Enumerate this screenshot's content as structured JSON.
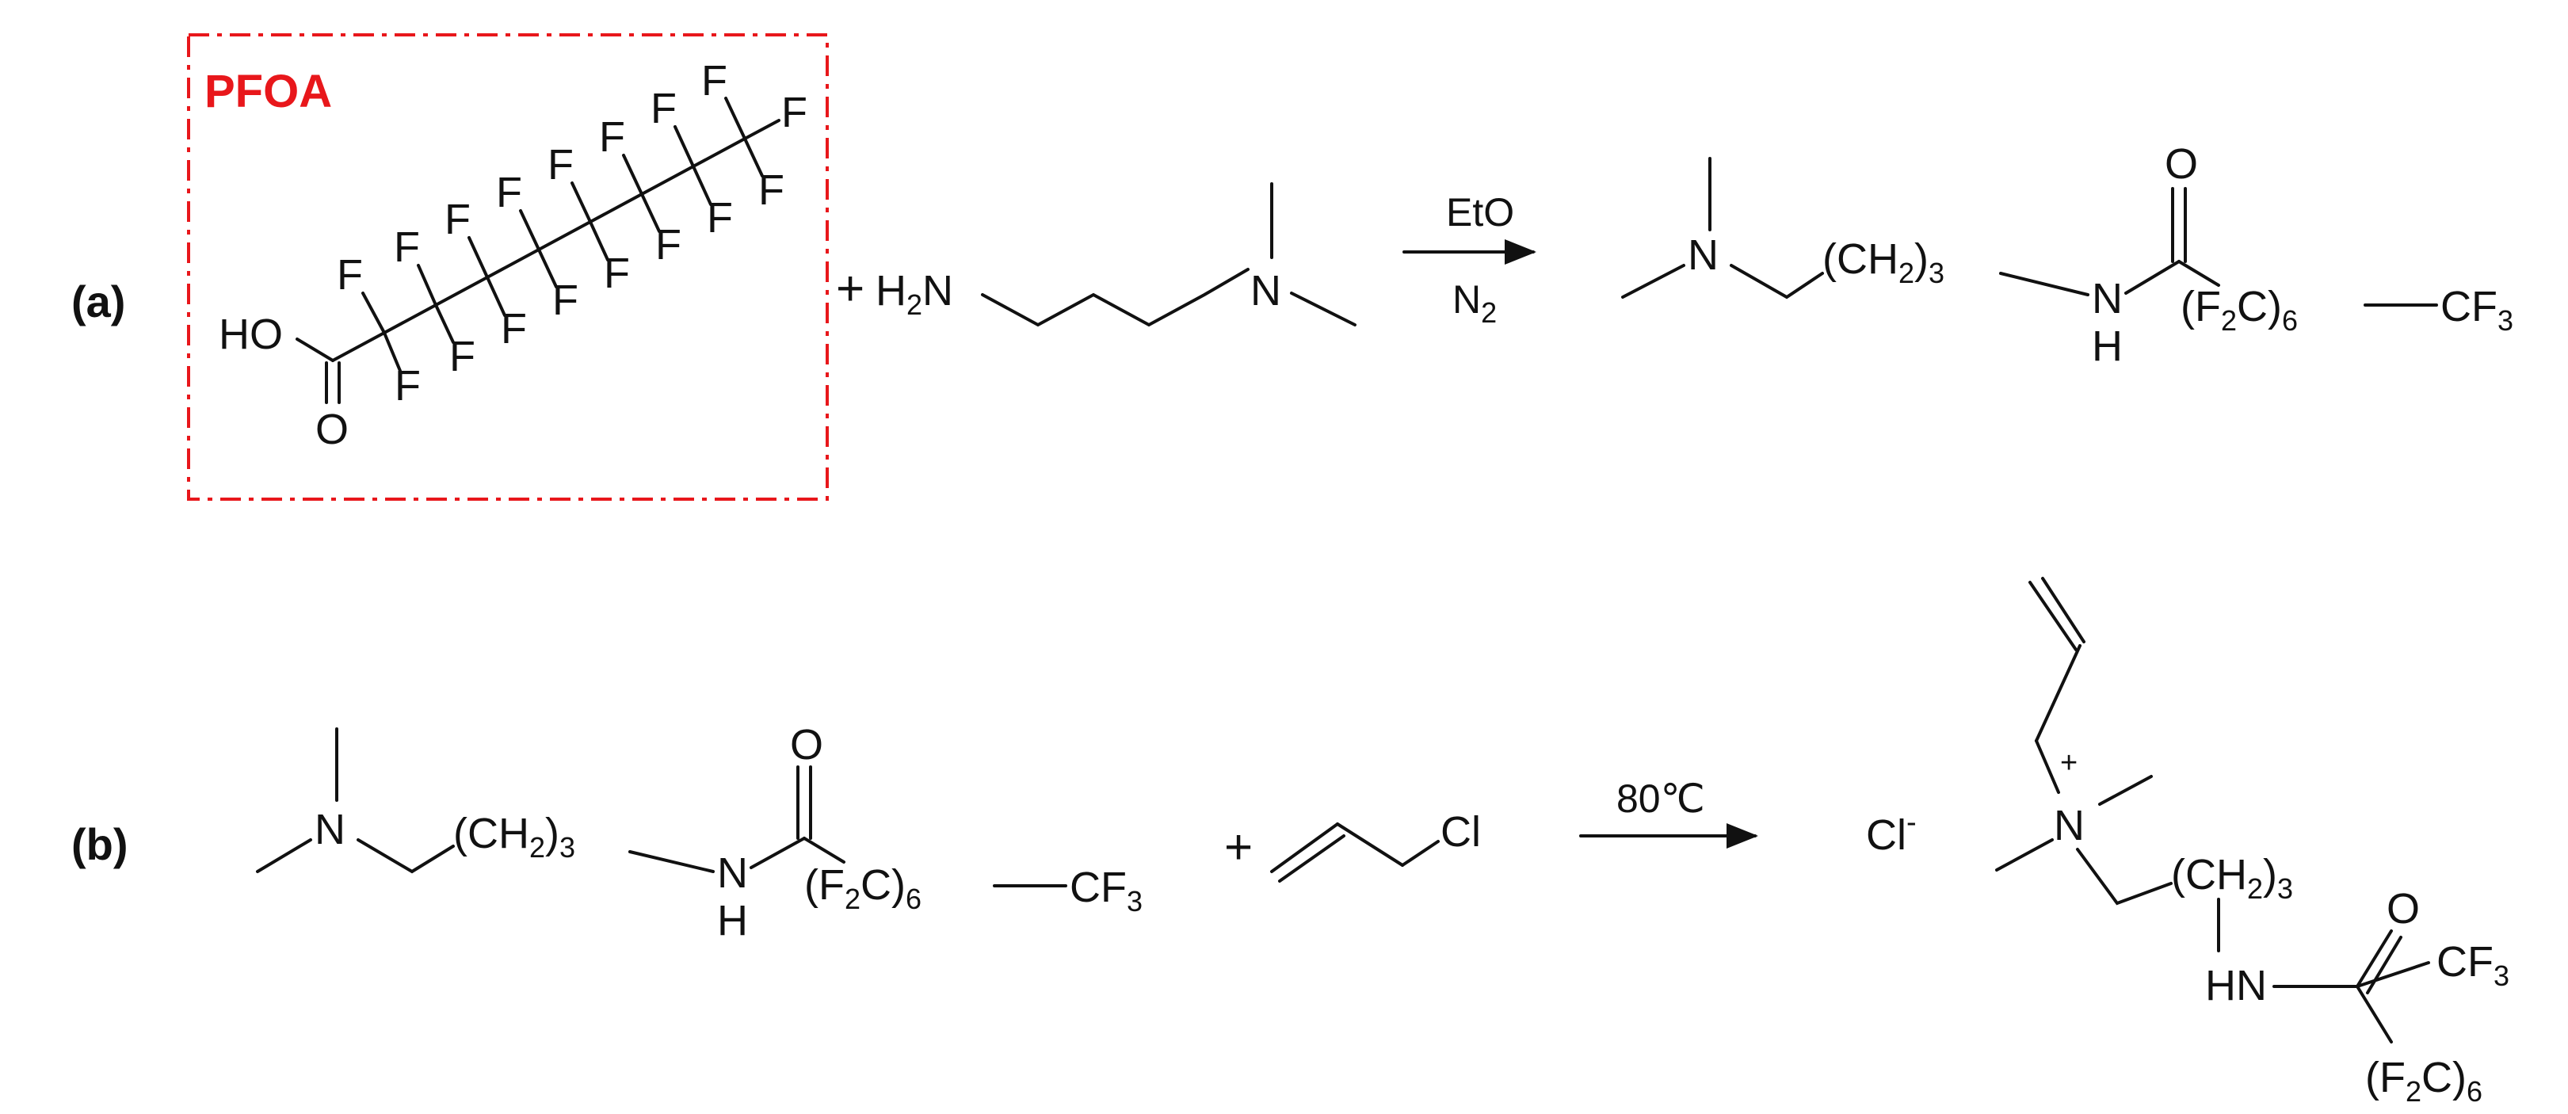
{
  "colors": {
    "ink": "#111111",
    "pfoa_highlight": "#e8171b"
  },
  "panel_a": {
    "label": "(a)",
    "pfoa": {
      "box_title": "PFOA",
      "acid_group": "HO",
      "carbonyl_oxygen": "O",
      "fluorine": "F"
    },
    "plus": "+",
    "amine": {
      "h2n": {
        "h": "H",
        "sub": "2",
        "n": "N"
      },
      "tertiary_n": "N"
    },
    "arrow": {
      "conditions_above": "EtO",
      "conditions_below": {
        "base": "N",
        "sub": "2"
      }
    },
    "product": {
      "amine_n": "N",
      "chain": {
        "open": "(CH",
        "sub": "2",
        "close": ")",
        "count": "3"
      },
      "amide_n": "N",
      "amide_h": "H",
      "carbonyl_o": "O",
      "perfluoro": {
        "open": "(F",
        "sub": "2",
        "close": "C)",
        "count": "6"
      },
      "terminal": {
        "base": "CF",
        "sub": "3"
      }
    }
  },
  "panel_b": {
    "label": "(b)",
    "reactant": {
      "amine_n": "N",
      "chain": {
        "open": "(CH",
        "sub": "2",
        "close": ")",
        "count": "3"
      },
      "amide_n": "N",
      "amide_h": "H",
      "carbonyl_o": "O",
      "perfluoro": {
        "open": "(F",
        "sub": "2",
        "close": "C)",
        "count": "6"
      },
      "terminal": {
        "base": "CF",
        "sub": "3"
      }
    },
    "plus": "+",
    "allyl_chloride": {
      "cl": "Cl"
    },
    "arrow": {
      "conditions_above": "80℃"
    },
    "counter_ion": {
      "base": "Cl",
      "charge": "-"
    },
    "product": {
      "charge": "+",
      "quaternary_n": "N",
      "chain": {
        "open": "(CH",
        "sub": "2",
        "close": ")",
        "count": "3"
      },
      "amide_nh": "HN",
      "carbonyl_o": "O",
      "terminal": {
        "base": "CF",
        "sub": "3"
      },
      "perfluoro": {
        "open": "(F",
        "sub": "2",
        "close": "C)",
        "count": "6"
      }
    }
  }
}
